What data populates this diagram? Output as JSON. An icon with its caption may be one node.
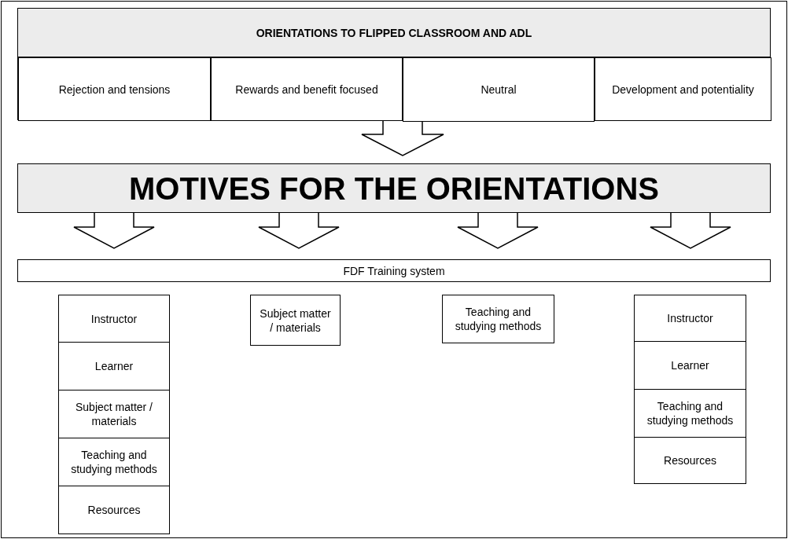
{
  "diagram": {
    "nodes": [
      {
        "text": [
          "ORIENTATIONS TO FLIPPED CLASSROOM AND ADL"
        ]
      },
      {
        "text": [
          "Rejection and tensions"
        ],
        "in": 0
      },
      {
        "text": [
          "Rewards and benefit focused"
        ],
        "in": 0
      },
      {
        "text": [
          "Neutral"
        ],
        "in": 0
      },
      {
        "text": [
          "Development and potentiality"
        ],
        "in": 0
      },
      {
        "text": [
          "MOTIVES FOR THE ORIENTATIONS"
        ]
      },
      {
        "text": [
          "FDF Training system"
        ]
      },
      {
        "text": [
          "Instructor"
        ]
      },
      {
        "text": [
          "Learner"
        ]
      },
      {
        "text": [
          "Subject matter / materials"
        ]
      },
      {
        "text": [
          "Teaching and studying methods"
        ]
      },
      {
        "text": [
          "Resources"
        ]
      },
      {
        "text": [
          "Subject matter / materials"
        ]
      },
      {
        "text": [
          "Teaching and studying methods"
        ]
      },
      {
        "text": [
          "Instructor"
        ]
      },
      {
        "text": [
          "Learner"
        ]
      },
      {
        "text": [
          "Teaching and studying methods"
        ]
      },
      {
        "text": [
          "Resources"
        ]
      }
    ],
    "edges": [
      {
        "from": 0,
        "to": 5,
        "arrow": "to"
      },
      {
        "from": 5,
        "to": 6,
        "arrow": "to"
      },
      {
        "from": 5,
        "to": 6,
        "arrow": "to"
      },
      {
        "from": 5,
        "to": 6,
        "arrow": "to"
      },
      {
        "from": 5,
        "to": 6,
        "arrow": "to"
      }
    ]
  }
}
